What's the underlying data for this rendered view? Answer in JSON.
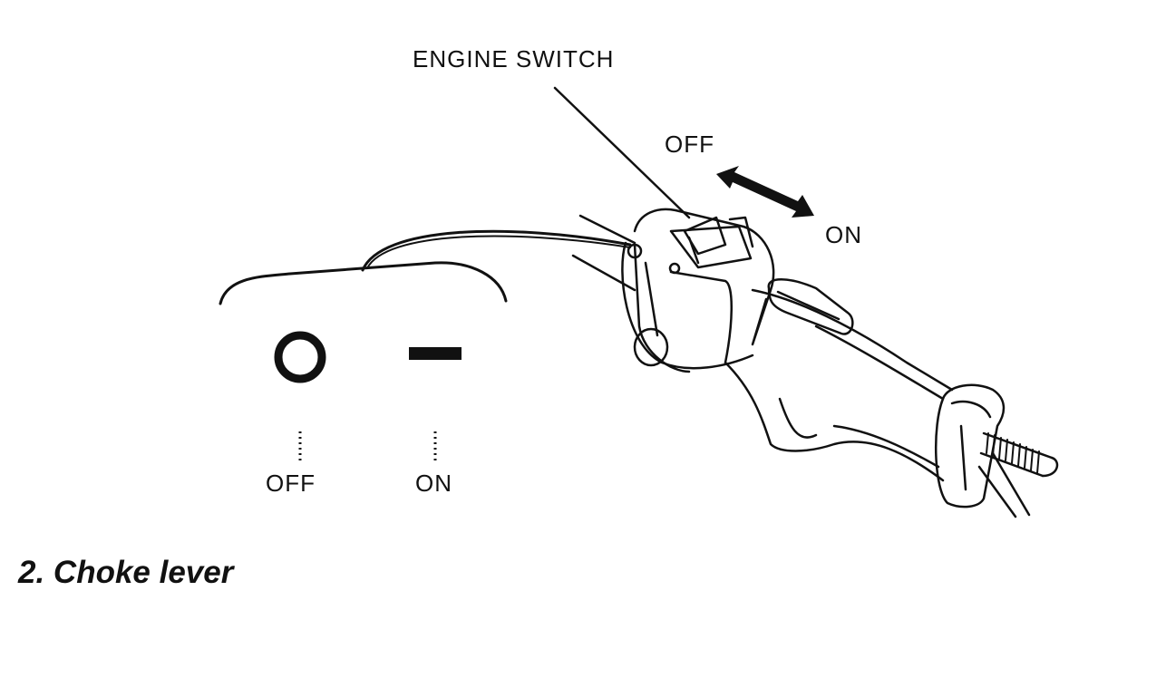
{
  "top_text": "",
  "figure": {
    "callout": "ENGINE SWITCH",
    "switch_off": "OFF",
    "switch_on": "ON",
    "symbol_off": "OFF",
    "symbol_on": "ON"
  },
  "section": {
    "heading": "2. Choke lever",
    "body_text": ""
  }
}
